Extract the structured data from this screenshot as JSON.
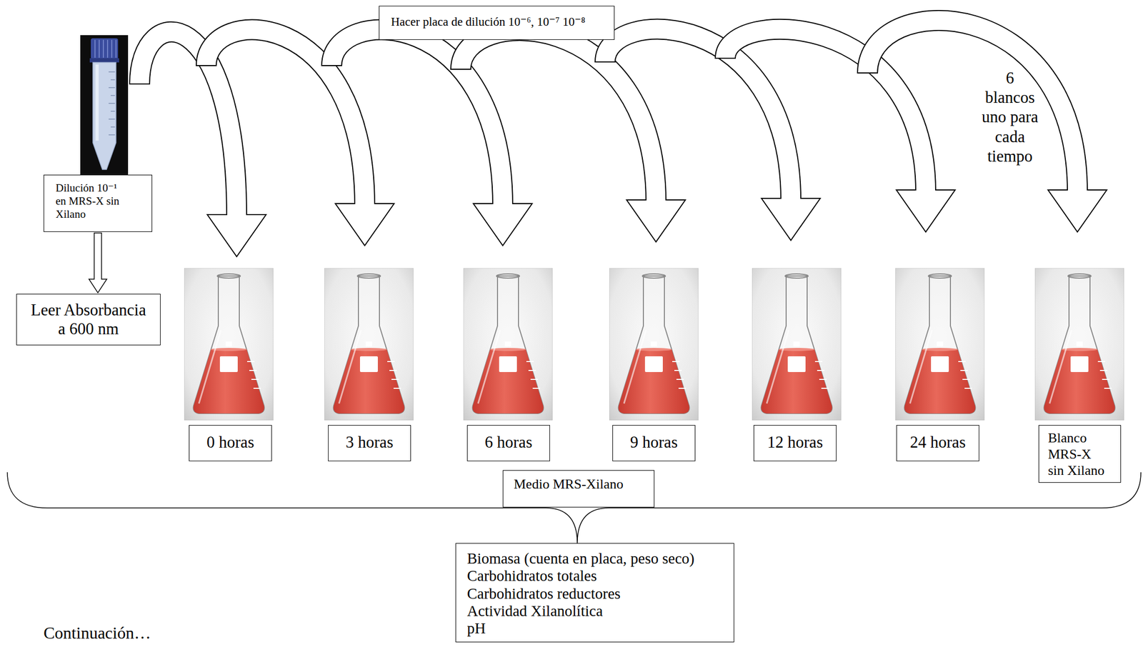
{
  "diagram": {
    "nodes": [
      {
        "text": [
          "Hacer placa de dilución 10⁻⁶, 10⁻⁷ 10⁻⁸"
        ]
      },
      {
        "text": [
          "Dilución 10⁻¹ en MRS-X sin Xilano"
        ]
      },
      {
        "text": [
          "Leer Absorbancia a 600 nm"
        ]
      },
      {
        "text": [
          "0 horas"
        ]
      },
      {
        "text": [
          "3 horas"
        ]
      },
      {
        "text": [
          "6 horas"
        ]
      },
      {
        "text": [
          "9 horas"
        ]
      },
      {
        "text": [
          "12 horas"
        ]
      },
      {
        "text": [
          "24 horas"
        ]
      },
      {
        "text": [
          "Blanco MRS-X sin Xilano"
        ]
      },
      {
        "text": [
          "Medio MRS-Xilano"
        ]
      },
      {
        "text": [
          "Biomasa (cuenta en placa, peso seco)",
          "Carbohidratos totales",
          "Carbohidratos reductores",
          "Actividad Xilanolítica",
          "pH"
        ]
      }
    ],
    "edges": [
      {
        "from": 1,
        "to": 2,
        "arrow": "to"
      }
    ],
    "labels": [
      "6 blancos uno para cada tiempo",
      "Continuación…"
    ]
  }
}
